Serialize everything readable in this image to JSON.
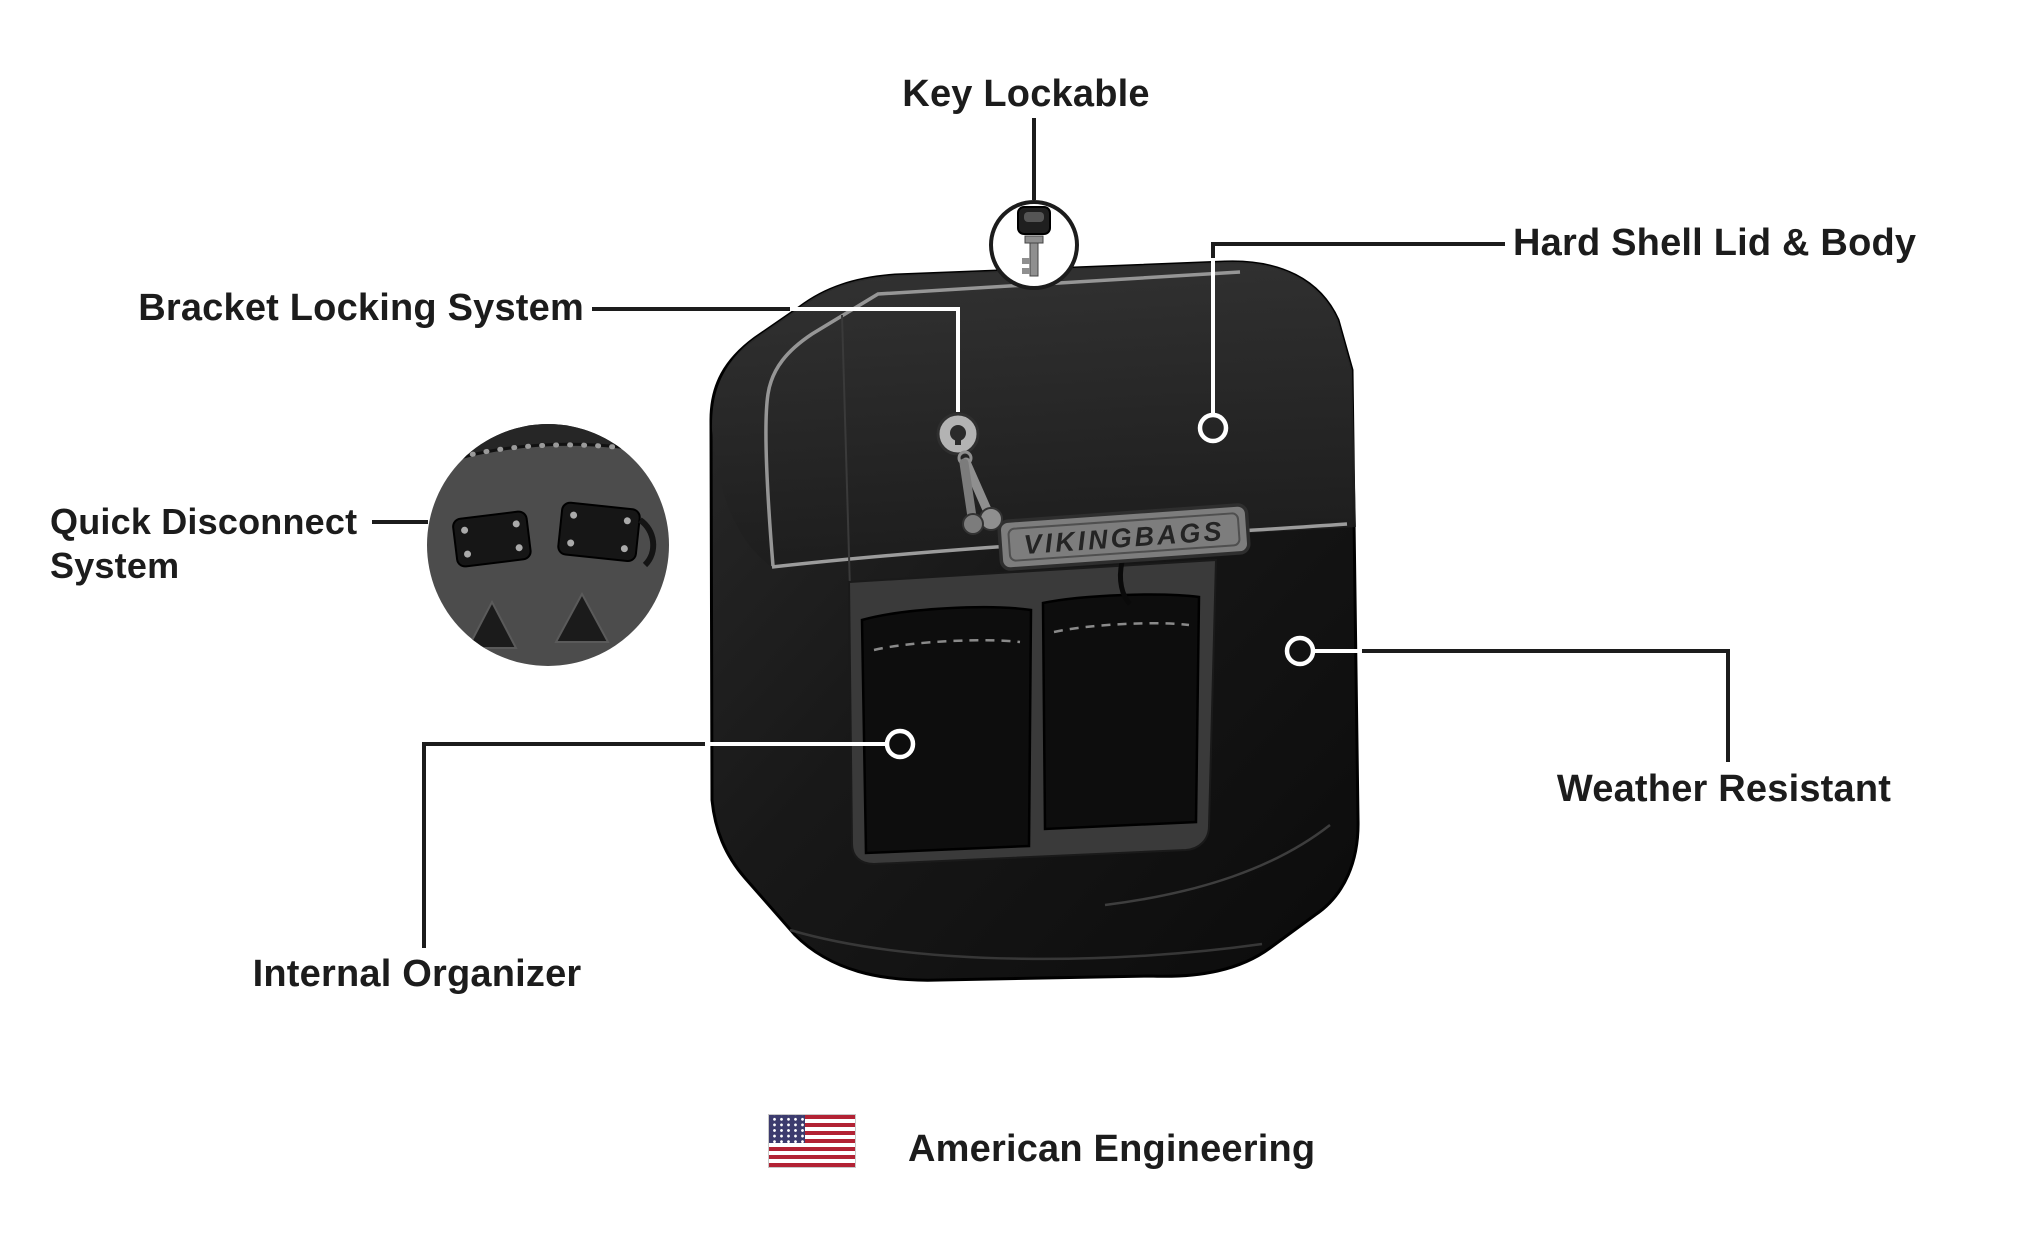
{
  "colors": {
    "background": "#ffffff",
    "text": "#1c1c1c",
    "callout_line": "#1c1c1c",
    "callout_line_on_bag": "#ffffff",
    "bag_body": "#141414",
    "bag_seam": "#9c9c9c",
    "badge_plate": "#7d7d7d",
    "flag_red": "#b22234",
    "flag_blue": "#3c3b6e"
  },
  "callouts": {
    "key_lockable": {
      "label": "Key Lockable"
    },
    "hard_shell": {
      "label": "Hard Shell Lid & Body"
    },
    "bracket_locking": {
      "label": "Bracket Locking System"
    },
    "quick_disconnect": {
      "label": "Quick Disconnect System"
    },
    "internal_organizer": {
      "label": "Internal Organizer"
    },
    "weather_resistant": {
      "label": "Weather Resistant"
    }
  },
  "badge": {
    "brand": "VIKINGBAGS"
  },
  "footer": {
    "label": "American Engineering"
  },
  "icons": {
    "key": "key-icon",
    "lock": "lock-icon",
    "flag": "us-flag-icon"
  }
}
